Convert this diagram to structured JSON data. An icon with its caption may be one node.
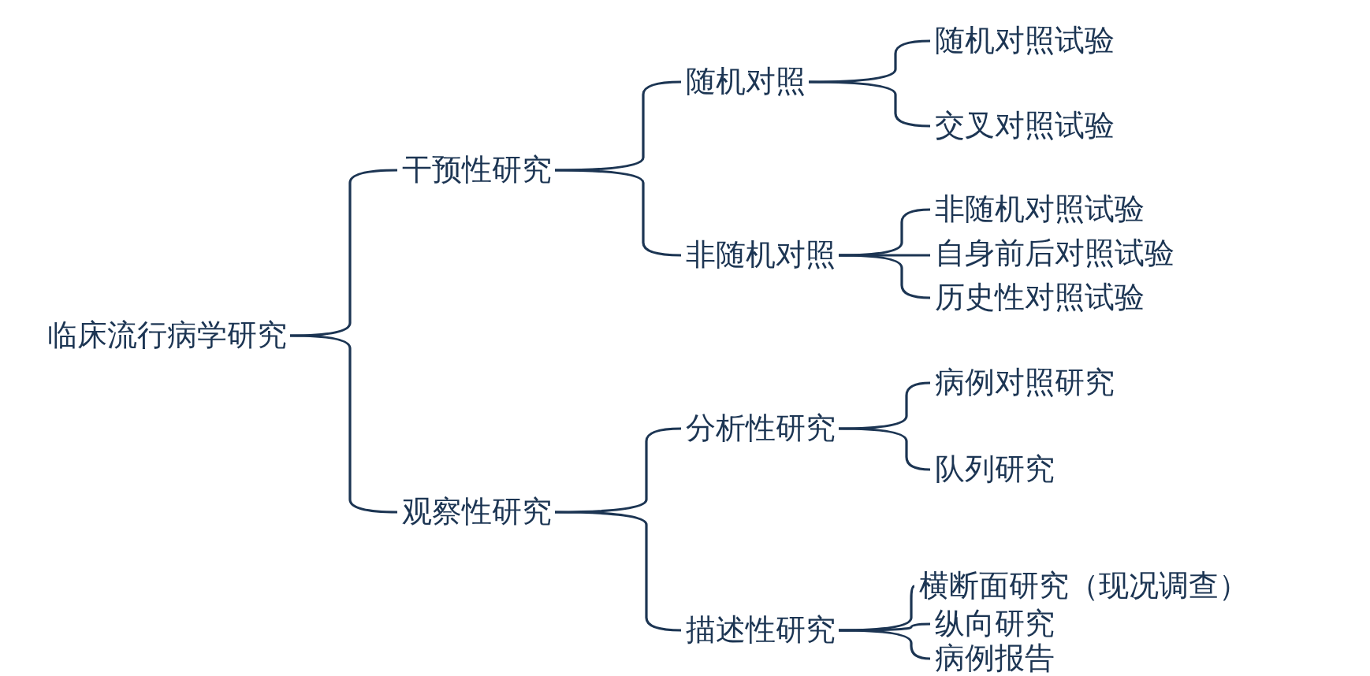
{
  "diagram": {
    "nodes": [
      {
        "text": [
          "临床流行病学研究"
        ]
      },
      {
        "text": [
          "干预性研究"
        ]
      },
      {
        "text": [
          "观察性研究"
        ]
      },
      {
        "text": [
          "随机对照"
        ]
      },
      {
        "text": [
          "非随机对照"
        ]
      },
      {
        "text": [
          "分析性研究"
        ]
      },
      {
        "text": [
          "描述性研究"
        ]
      },
      {
        "text": [
          "随机对照试验"
        ]
      },
      {
        "text": [
          "交叉对照试验"
        ]
      },
      {
        "text": [
          "非随机对照试验"
        ]
      },
      {
        "text": [
          "自身前后对照试验"
        ]
      },
      {
        "text": [
          "历史性对照试验"
        ]
      },
      {
        "text": [
          "病例对照研究"
        ]
      },
      {
        "text": [
          "队列研究"
        ]
      },
      {
        "text": [
          "横断面研究（现况调查）"
        ]
      },
      {
        "text": [
          "纵向研究"
        ]
      },
      {
        "text": [
          "病例报告"
        ]
      }
    ],
    "edges": [
      {
        "from": 0,
        "to": 1,
        "arrow": "none"
      },
      {
        "from": 0,
        "to": 2,
        "arrow": "none"
      },
      {
        "from": 1,
        "to": 3,
        "arrow": "none"
      },
      {
        "from": 1,
        "to": 4,
        "arrow": "none"
      },
      {
        "from": 2,
        "to": 5,
        "arrow": "none"
      },
      {
        "from": 2,
        "to": 6,
        "arrow": "none"
      },
      {
        "from": 3,
        "to": 7,
        "arrow": "none"
      },
      {
        "from": 3,
        "to": 8,
        "arrow": "none"
      },
      {
        "from": 4,
        "to": 9,
        "arrow": "none"
      },
      {
        "from": 4,
        "to": 10,
        "arrow": "none"
      },
      {
        "from": 4,
        "to": 11,
        "arrow": "none"
      },
      {
        "from": 5,
        "to": 12,
        "arrow": "none"
      },
      {
        "from": 5,
        "to": 13,
        "arrow": "none"
      },
      {
        "from": 6,
        "to": 14,
        "arrow": "none"
      },
      {
        "from": 6,
        "to": 15,
        "arrow": "none"
      },
      {
        "from": 6,
        "to": 16,
        "arrow": "none"
      }
    ]
  }
}
